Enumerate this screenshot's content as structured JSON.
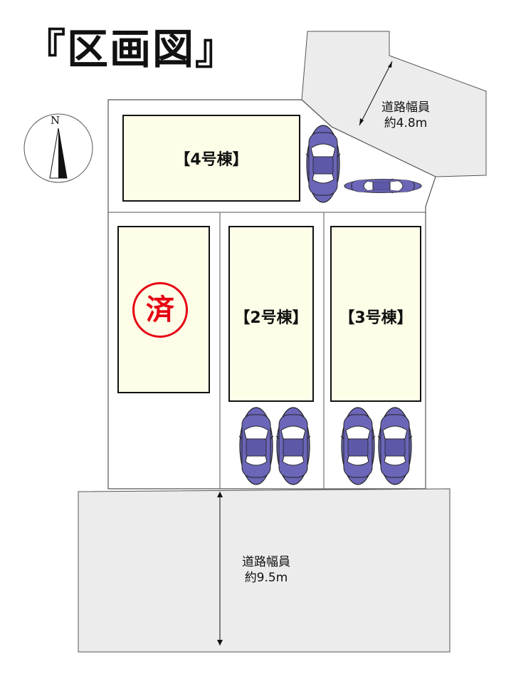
{
  "title": "『区画図』",
  "compass": {
    "label": "N"
  },
  "lots": [
    {
      "id": "4",
      "label": "【4号棟】"
    },
    {
      "id": "1",
      "label": "",
      "stamp": "済"
    },
    {
      "id": "2",
      "label": "【2号棟】"
    },
    {
      "id": "3",
      "label": "【3号棟】"
    }
  ],
  "roads": {
    "north_east": {
      "line1": "道路幅員",
      "line2": "約4.8m"
    },
    "south": {
      "line1": "道路幅員",
      "line2": "約9.5m"
    }
  },
  "colors": {
    "lot_fill": "#fdfde8",
    "road_fill": "#ececec",
    "car_body": "#6b66b8",
    "stamp_red": "#e60012"
  },
  "icons": [
    "car-icon",
    "compass-icon",
    "dimension-arrow-icon"
  ]
}
